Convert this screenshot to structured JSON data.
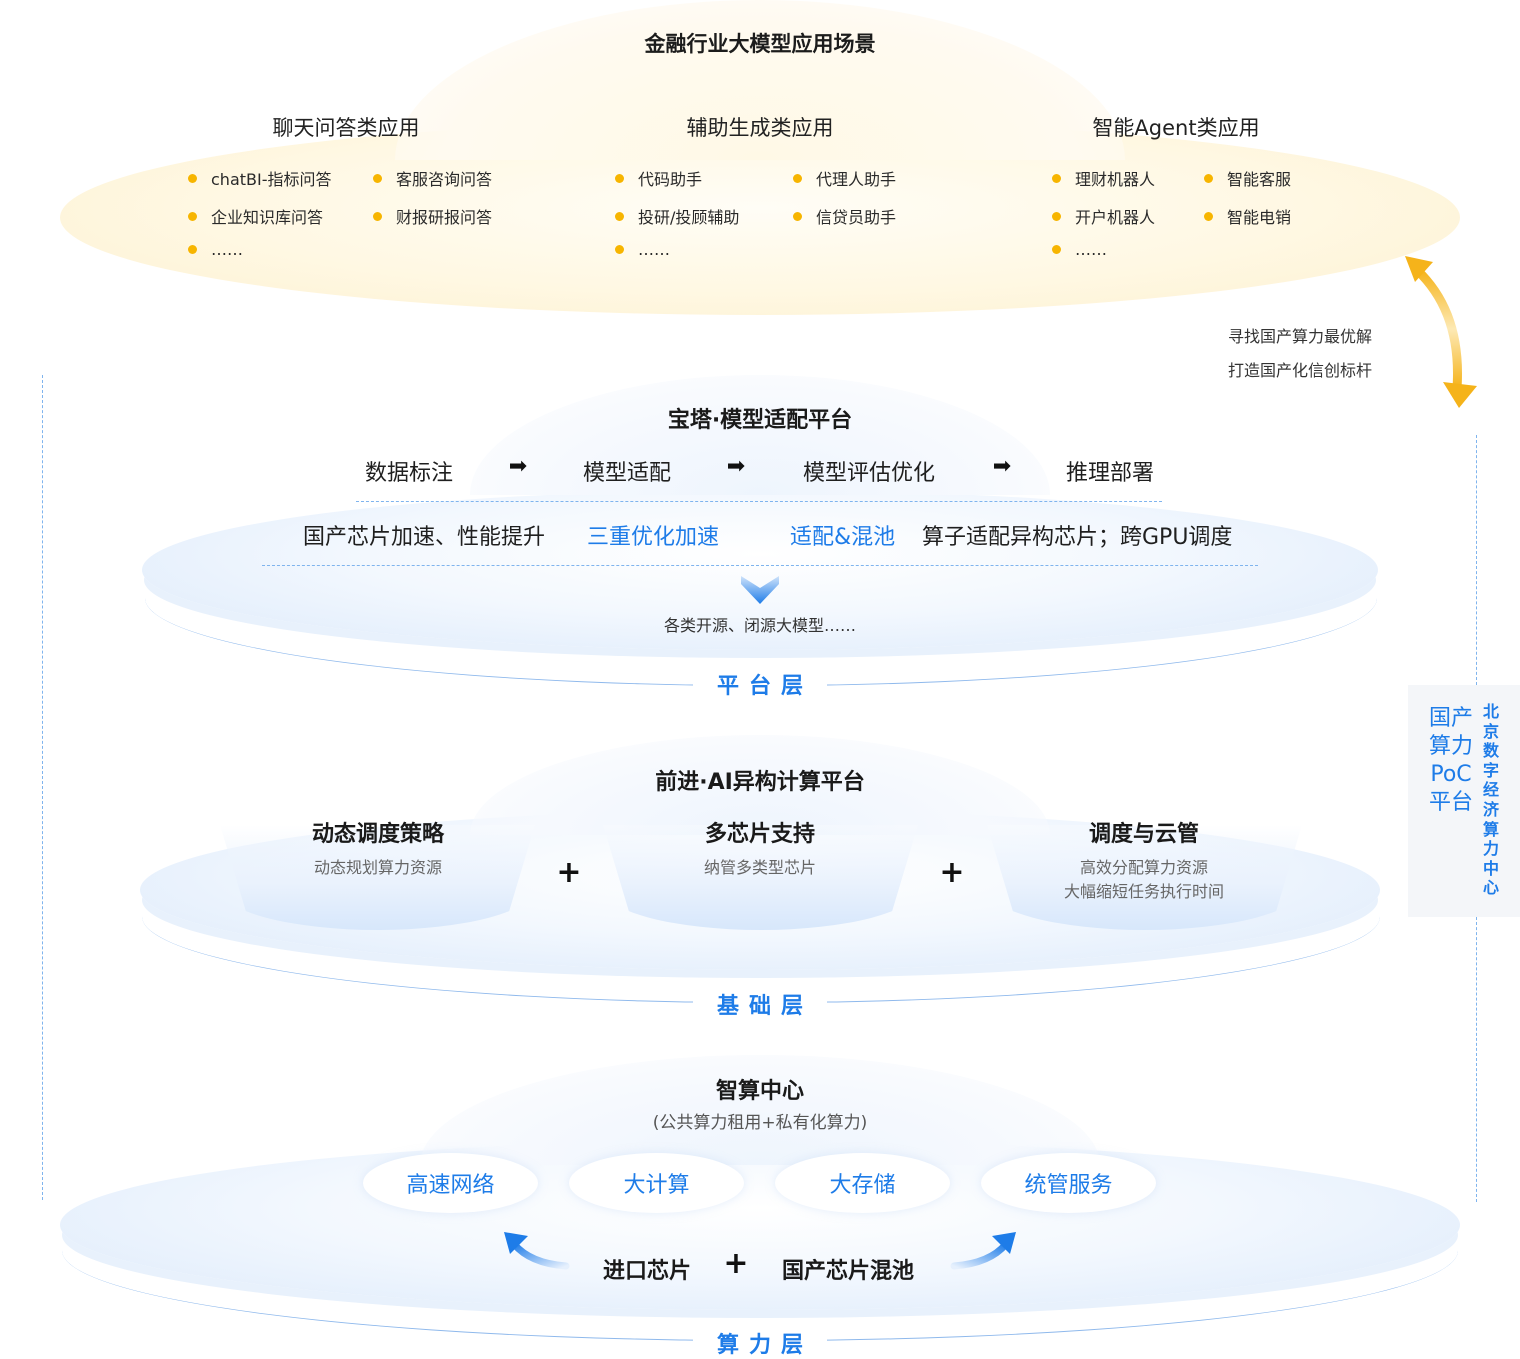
{
  "top": {
    "title": "金融行业大模型应用场景",
    "categories": [
      {
        "title": "聊天问答类应用",
        "items": [
          "chatBI-指标问答",
          "客服咨询问答",
          "企业知识库问答",
          "财报研报问答",
          "……"
        ]
      },
      {
        "title": "辅助生成类应用",
        "items": [
          "代码助手",
          "代理人助手",
          "投研/投顾辅助",
          "信贷员助手",
          "……"
        ]
      },
      {
        "title": "智能Agent类应用",
        "items": [
          "理财机器人",
          "智能客服",
          "开户机器人",
          "智能电销",
          "……"
        ]
      }
    ]
  },
  "side_notes": [
    "寻找国产算力最优解",
    "打造国产化信创标杆"
  ],
  "side_panel": {
    "poc": "国产算力PoC平台",
    "center": "北京数字经济算力中心"
  },
  "platform": {
    "title": "宝塔·模型适配平台",
    "flow": [
      "数据标注",
      "模型适配",
      "模型评估优化",
      "推理部署"
    ],
    "opt_left_text": "国产芯片加速、性能提升",
    "opt_left_blue": "三重优化加速",
    "opt_right_blue": "适配&混池",
    "opt_right_text": "算子适配异构芯片；跨GPU调度",
    "models": "各类开源、闭源大模型……",
    "label": "平台层"
  },
  "foundation": {
    "title": "前进·AI异构计算平台",
    "cards": [
      {
        "title": "动态调度策略",
        "desc": [
          "动态规划算力资源"
        ]
      },
      {
        "title": "多芯片支持",
        "desc": [
          "纳管多类型芯片"
        ]
      },
      {
        "title": "调度与云管",
        "desc": [
          "高效分配算力资源",
          "大幅缩短任务执行时间"
        ]
      }
    ],
    "label": "基础层"
  },
  "compute": {
    "title": "智算中心",
    "subtitle": "(公共算力租用+私有化算力)",
    "pills": [
      "高速网络",
      "大计算",
      "大存储",
      "统管服务"
    ],
    "chips_left": "进口芯片",
    "chips_plus": "+",
    "chips_right": "国产芯片混池",
    "label": "算力层"
  },
  "colors": {
    "accent": "#1e7ce8",
    "bullet": "#f7b500",
    "arrow_yellow": "#f5b31a"
  }
}
